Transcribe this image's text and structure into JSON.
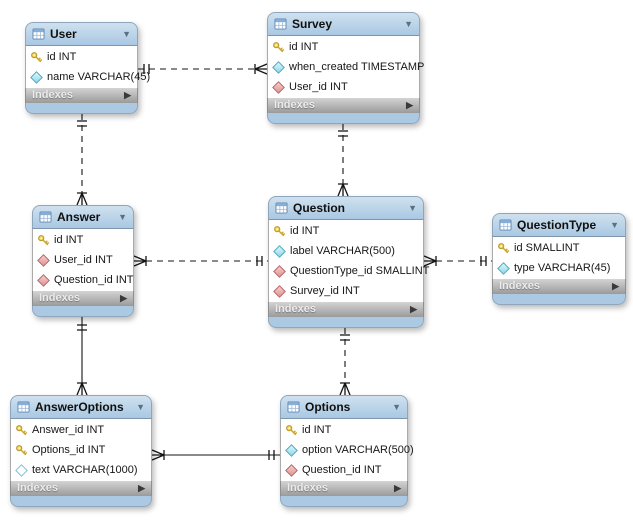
{
  "icons": {
    "header_collapse": "▼",
    "indexes_expand": "▶",
    "table": "table-grid-icon",
    "primary_key": "yellow-key-icon",
    "attribute": "cyan-diamond-icon",
    "foreign_key": "red-diamond-icon",
    "nullable_attribute": "open-diamond-icon"
  },
  "colors": {
    "header_blue": "#aecce6",
    "strip_blue": "#abc9e2",
    "indexes_gray": "#a9a9a9",
    "key_yellow": "#f3d64d",
    "attr_cyan": "#8fd8e8",
    "fk_red": "#e09595",
    "line_black": "#141414"
  },
  "tables": [
    {
      "name": "User",
      "footer_label": "Indexes",
      "columns": [
        {
          "icon": "primary-key",
          "label": "id INT"
        },
        {
          "icon": "attribute-notnull",
          "label": "name VARCHAR(45)"
        }
      ]
    },
    {
      "name": "Survey",
      "footer_label": "Indexes",
      "columns": [
        {
          "icon": "primary-key",
          "label": "id INT"
        },
        {
          "icon": "attribute-notnull",
          "label": "when_created TIMESTAMP"
        },
        {
          "icon": "foreign-key",
          "label": "User_id INT"
        }
      ]
    },
    {
      "name": "Answer",
      "footer_label": "Indexes",
      "columns": [
        {
          "icon": "primary-key",
          "label": "id INT"
        },
        {
          "icon": "foreign-key",
          "label": "User_id INT"
        },
        {
          "icon": "foreign-key",
          "label": "Question_id INT"
        }
      ]
    },
    {
      "name": "Question",
      "footer_label": "Indexes",
      "columns": [
        {
          "icon": "primary-key",
          "label": "id INT"
        },
        {
          "icon": "attribute-notnull",
          "label": "label VARCHAR(500)"
        },
        {
          "icon": "foreign-key",
          "label": "QuestionType_id SMALLINT"
        },
        {
          "icon": "foreign-key",
          "label": "Survey_id INT"
        }
      ]
    },
    {
      "name": "QuestionType",
      "footer_label": "Indexes",
      "columns": [
        {
          "icon": "primary-key",
          "label": "id SMALLINT"
        },
        {
          "icon": "attribute-notnull",
          "label": "type VARCHAR(45)"
        }
      ]
    },
    {
      "name": "AnswerOptions",
      "footer_label": "Indexes",
      "columns": [
        {
          "icon": "primary-key",
          "label": "Answer_id INT"
        },
        {
          "icon": "primary-key",
          "label": "Options_id INT"
        },
        {
          "icon": "attribute-nullable",
          "label": "text VARCHAR(1000)"
        }
      ]
    },
    {
      "name": "Options",
      "footer_label": "Indexes",
      "columns": [
        {
          "icon": "primary-key",
          "label": "id INT"
        },
        {
          "icon": "attribute-notnull",
          "label": "option VARCHAR(500)"
        },
        {
          "icon": "foreign-key",
          "label": "Question_id INT"
        }
      ]
    }
  ],
  "relationships": [
    {
      "from": "User",
      "to": "Survey",
      "from_cardinality": "one",
      "to_cardinality": "many",
      "line_style": "dashed"
    },
    {
      "from": "User",
      "to": "Answer",
      "from_cardinality": "one",
      "to_cardinality": "many",
      "line_style": "dashed"
    },
    {
      "from": "Survey",
      "to": "Question",
      "from_cardinality": "one",
      "to_cardinality": "many",
      "line_style": "dashed"
    },
    {
      "from": "Question",
      "to": "Answer",
      "from_cardinality": "one",
      "to_cardinality": "many",
      "line_style": "dashed"
    },
    {
      "from": "QuestionType",
      "to": "Question",
      "from_cardinality": "one",
      "to_cardinality": "many",
      "line_style": "dashed"
    },
    {
      "from": "Answer",
      "to": "AnswerOptions",
      "from_cardinality": "one",
      "to_cardinality": "many",
      "line_style": "solid"
    },
    {
      "from": "Question",
      "to": "Options",
      "from_cardinality": "one",
      "to_cardinality": "many",
      "line_style": "dashed"
    },
    {
      "from": "Options",
      "to": "AnswerOptions",
      "from_cardinality": "one",
      "to_cardinality": "many",
      "line_style": "solid"
    }
  ]
}
